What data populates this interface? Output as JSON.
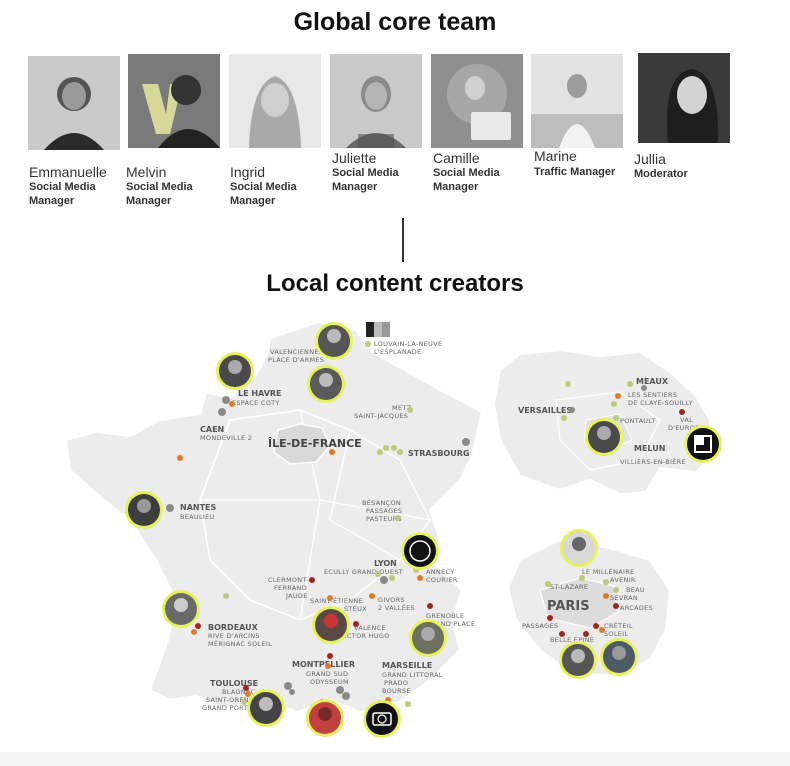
{
  "titles": {
    "core_team": "Global core team",
    "local": "Local content creators"
  },
  "team": [
    {
      "name": "Emmanuelle",
      "role": "Social Media\nManager"
    },
    {
      "name": "Melvin",
      "role": "Social Media\nManager"
    },
    {
      "name": "Ingrid",
      "role": "Social Media\nManager"
    },
    {
      "name": "Juliette",
      "role": "Social Media\nManager"
    },
    {
      "name": "Camille",
      "role": "Social Media\nManager"
    },
    {
      "name": "Marine",
      "role": "Traffic Manager"
    },
    {
      "name": "Jullia",
      "role": "Moderator"
    }
  ],
  "france_map": {
    "region": "ÎLE-DE-FRANCE",
    "cities": [
      {
        "name": "VALENCIENNES",
        "sub": [
          "PLACE D'ARMES"
        ]
      },
      {
        "name": "LOUVAIN-LA-NEUVE",
        "sub": [
          "L'ESPLANADE"
        ]
      },
      {
        "name": "LE HAVRE",
        "sub": [
          "ESPACE COTY"
        ]
      },
      {
        "name": "CAEN",
        "sub": [
          "MONDEVILLE 2"
        ]
      },
      {
        "name": "METZ",
        "sub": [
          "SAINT-JACQUES"
        ]
      },
      {
        "name": "STRASBOURG",
        "sub": []
      },
      {
        "name": "NANTES",
        "sub": [
          "BEAULIEU"
        ]
      },
      {
        "name": "BESANÇON",
        "sub": [
          "PASSAGES",
          "PASTEURS"
        ]
      },
      {
        "name": "LYON",
        "sub": [
          "ECULLY GRAND OUEST"
        ]
      },
      {
        "name": "ANNECY",
        "sub": [
          "COURIER"
        ]
      },
      {
        "name": "CLERMONT-",
        "sub": [
          "FERRAND",
          "JAUDE"
        ]
      },
      {
        "name": "SAINT-ÉTIENNE",
        "sub": [
          "STEUX"
        ]
      },
      {
        "name": "GIVORS",
        "sub": [
          "2 VALLÉES"
        ]
      },
      {
        "name": "VALENCE",
        "sub": [
          "VICTOR HUGO"
        ]
      },
      {
        "name": "GRENOBLE",
        "sub": [
          "GRAND'PLACE"
        ]
      },
      {
        "name": "BORDEAUX",
        "sub": [
          "RIVE D'ARCINS",
          "MÉRIGNAC SOLEIL"
        ]
      },
      {
        "name": "MONTPELLIER",
        "sub": [
          "GRAND SUD",
          "ODYSSEUM"
        ]
      },
      {
        "name": "MARSEILLE",
        "sub": [
          "GRAND LITTORAL",
          "PRADO",
          "BOURSE"
        ]
      },
      {
        "name": "TOULOUSE",
        "sub": [
          "BLAGNAC",
          "SAINT-ORENS",
          "GRAND PORTET"
        ]
      }
    ]
  },
  "idf_map": {
    "cities": [
      {
        "name": "MEAUX",
        "sub": [
          "LES SENTIERS",
          "DE CLAYE-SOUILLY"
        ]
      },
      {
        "name": "VERSAILLES",
        "sub": []
      },
      {
        "name": "VAL",
        "sub": [
          "D'EUROPE"
        ]
      },
      {
        "name": "PONTAULT",
        "sub": []
      },
      {
        "name": "MELUN",
        "sub": [
          "VILLIERS-EN-BIÈRE"
        ]
      }
    ]
  },
  "paris_map": {
    "title": "PARIS",
    "places": [
      "LE MILLÉNAIRE",
      "AVENIR",
      "BEAU",
      "SEVRAN",
      "ARCADES",
      "ST-LAZARE",
      "PASSAGES",
      "CRÉTEIL",
      "SOLEIL",
      "BELLE ÉPINE"
    ]
  },
  "colors": {
    "map_fill": "#ececec",
    "map_stroke": "#ffffff",
    "ring": "#e6f25a",
    "dot_green": "#b8cc7a",
    "dot_orange": "#e07b28",
    "dot_red": "#a3241f",
    "dot_gray": "#8a8a8a"
  }
}
